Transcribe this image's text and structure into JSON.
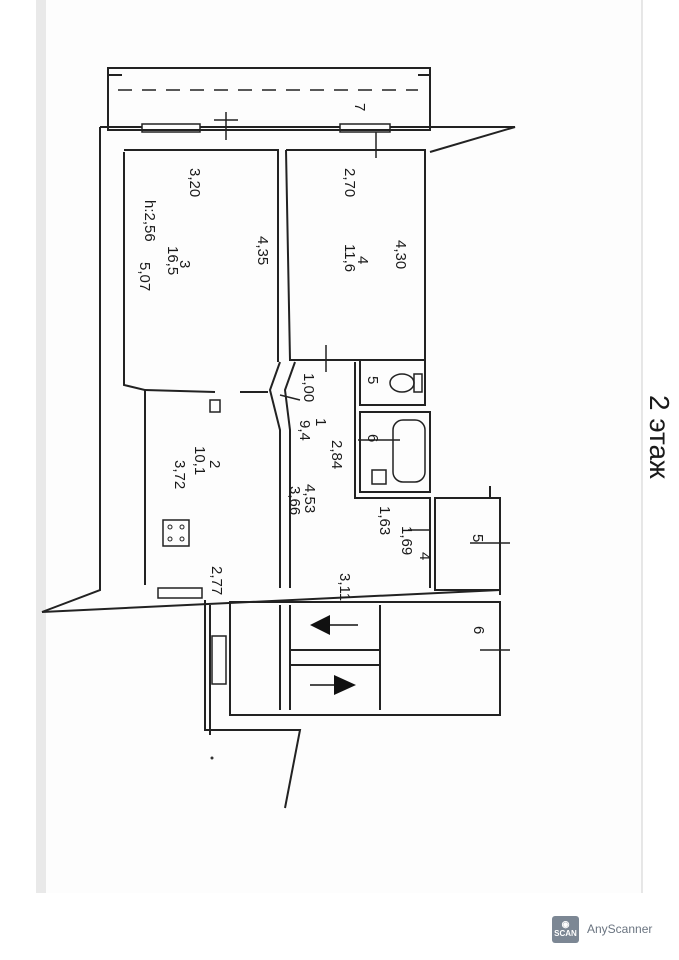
{
  "floor_caption": "2 этаж",
  "balcony": {
    "number": "7"
  },
  "rooms": [
    {
      "id": "room-3",
      "number": "3",
      "area": "16,5",
      "width": "3,20",
      "length": "5,07",
      "side": "4,35",
      "height": "h:2,56"
    },
    {
      "id": "room-4",
      "number": "4",
      "area": "11,6",
      "width": "2,70",
      "side": "4,30"
    },
    {
      "id": "room-2",
      "number": "2",
      "area": "10,1",
      "width": "2,77",
      "length": "3,72"
    },
    {
      "id": "hall-1",
      "number": "1",
      "area": "9,4",
      "dims": [
        "1,00",
        "2,84",
        "4,53",
        "3,66",
        "1,63",
        "3,11"
      ]
    },
    {
      "id": "wc-5",
      "number": "5"
    },
    {
      "id": "bath-6",
      "number": "6"
    },
    {
      "id": "store-5",
      "number": "5",
      "dims": [
        "1,69",
        "4"
      ]
    },
    {
      "id": "stair-6",
      "number": "6"
    }
  ],
  "brand": {
    "logo_text": "SCAN",
    "name": "AnyScanner",
    "logo_color": "#7c8794"
  }
}
